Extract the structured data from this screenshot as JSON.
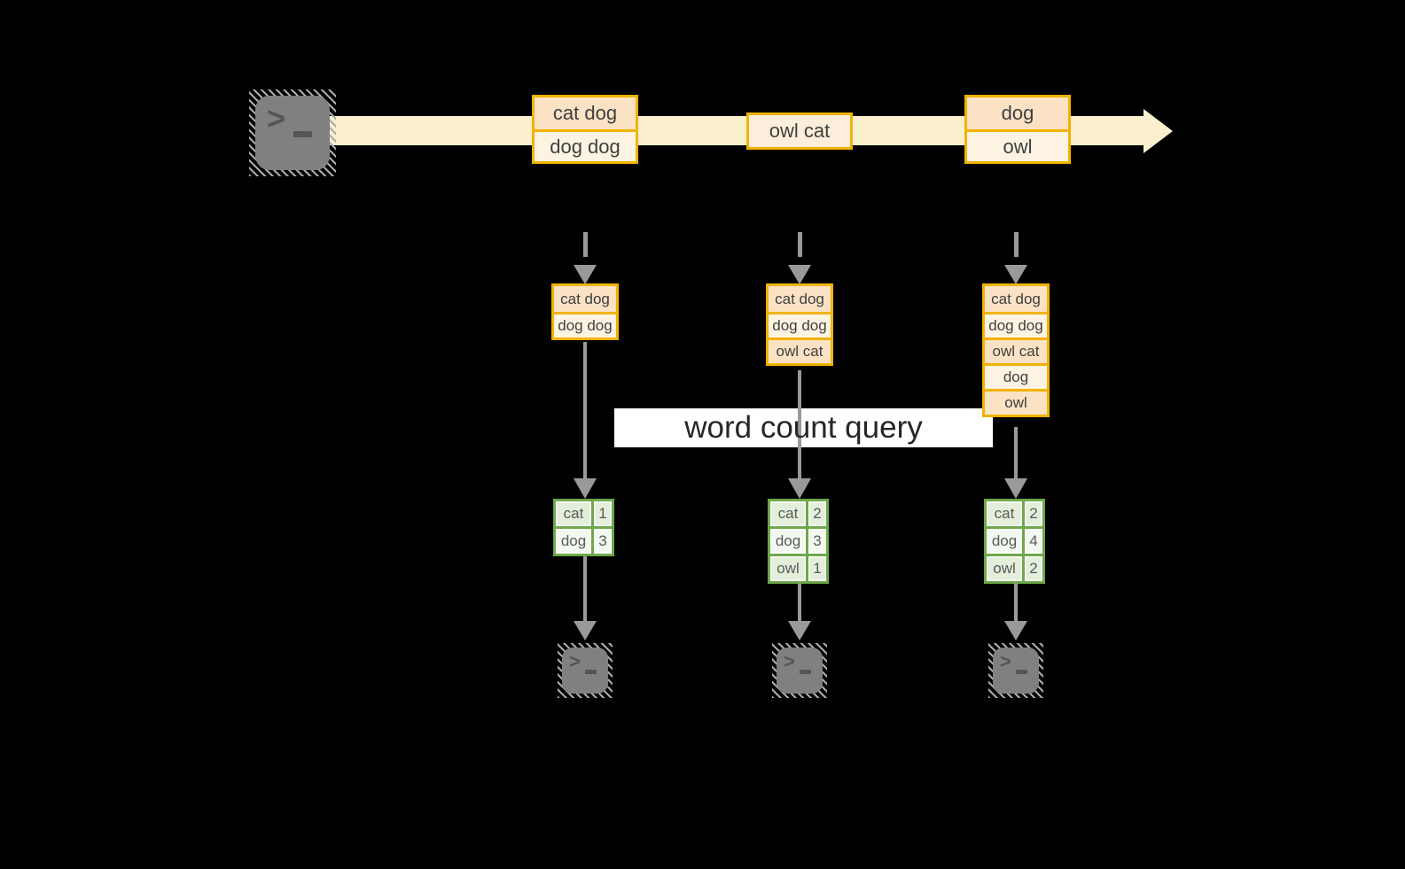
{
  "colors": {
    "background": "#000000",
    "stream_band": "#FAF0CE",
    "orange_border": "#F1B303",
    "peach_fill": "#FBE2C4",
    "cream_fill": "#FDF3E3",
    "mid_fill": "#FCEEDA",
    "green_border": "#6FA74C",
    "green_row_dark": "#E3EEDB",
    "green_row_light": "#F3F8F0",
    "arrow_gray": "#999999",
    "query_bg": "#FFFFFF",
    "query_text": "#262626"
  },
  "terminal": {
    "prompt_chevron": ">"
  },
  "stream": {
    "events": [
      {
        "rows": [
          {
            "text": "cat dog"
          },
          {
            "text": "dog dog"
          }
        ]
      },
      {
        "rows": [
          {
            "text": "owl cat"
          }
        ]
      },
      {
        "rows": [
          {
            "text": "dog"
          },
          {
            "text": "owl"
          }
        ]
      }
    ]
  },
  "query": {
    "label": "word count query"
  },
  "columns": [
    {
      "buffer": [
        {
          "text": "cat dog"
        },
        {
          "text": "dog dog"
        }
      ],
      "counts": [
        {
          "word": "cat",
          "value": "1"
        },
        {
          "word": "dog",
          "value": "3"
        }
      ]
    },
    {
      "buffer": [
        {
          "text": "cat dog"
        },
        {
          "text": "dog dog"
        },
        {
          "text": "owl cat"
        }
      ],
      "counts": [
        {
          "word": "cat",
          "value": "2"
        },
        {
          "word": "dog",
          "value": "3"
        },
        {
          "word": "owl",
          "value": "1"
        }
      ]
    },
    {
      "buffer": [
        {
          "text": "cat dog"
        },
        {
          "text": "dog dog"
        },
        {
          "text": "owl cat"
        },
        {
          "text": "dog"
        },
        {
          "text": "owl"
        }
      ],
      "counts": [
        {
          "word": "cat",
          "value": "2"
        },
        {
          "word": "dog",
          "value": "4"
        },
        {
          "word": "owl",
          "value": "2"
        }
      ]
    }
  ]
}
